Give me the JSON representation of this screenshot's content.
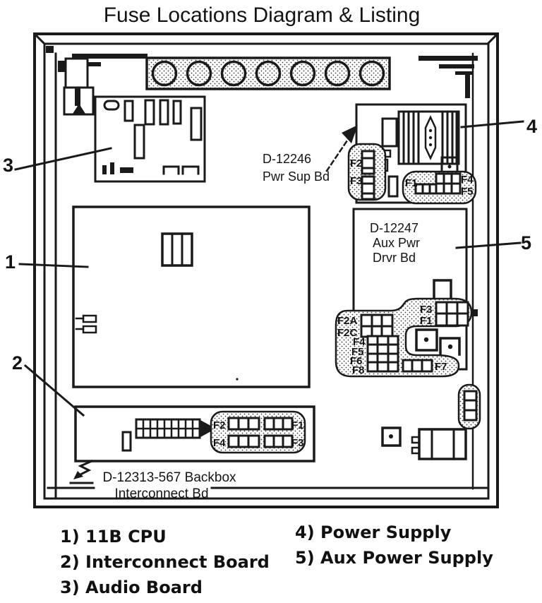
{
  "title": "Fuse Locations Diagram & Listing",
  "callouts": {
    "cpu": "1",
    "interconnect": "2",
    "audio": "3",
    "power_supply": "4",
    "aux_power": "5"
  },
  "power_supply_board": {
    "name_line1": "D-12246",
    "name_line2": "Pwr Sup Bd",
    "fuses": {
      "left": [
        "F2",
        "F3"
      ],
      "right": [
        "F1",
        "F4",
        "F5"
      ]
    }
  },
  "aux_power_board": {
    "name_line1": "D-12247",
    "name_line2": "Aux Pwr",
    "name_line3": "Drvr Bd",
    "fuses": {
      "left_upper": [
        "F2A",
        "F2C"
      ],
      "left_lower": [
        "F4",
        "F5",
        "F6",
        "F8"
      ],
      "upper_right": [
        "F3",
        "F1"
      ],
      "lower": "F7"
    }
  },
  "interconnect_board": {
    "name_line1": "D-12313-567 Backbox",
    "name_line2": "Interconnect Bd",
    "fuses": [
      "F2",
      "F1",
      "F4",
      "F3"
    ]
  },
  "legend": {
    "items": [
      "1) 11B CPU",
      "2) Interconnect Board",
      "3) Audio Board",
      "4) Power Supply",
      "5) Aux Power Supply"
    ]
  },
  "colors": {
    "ink": "#1a1a1a",
    "paper": "#ffffff"
  }
}
